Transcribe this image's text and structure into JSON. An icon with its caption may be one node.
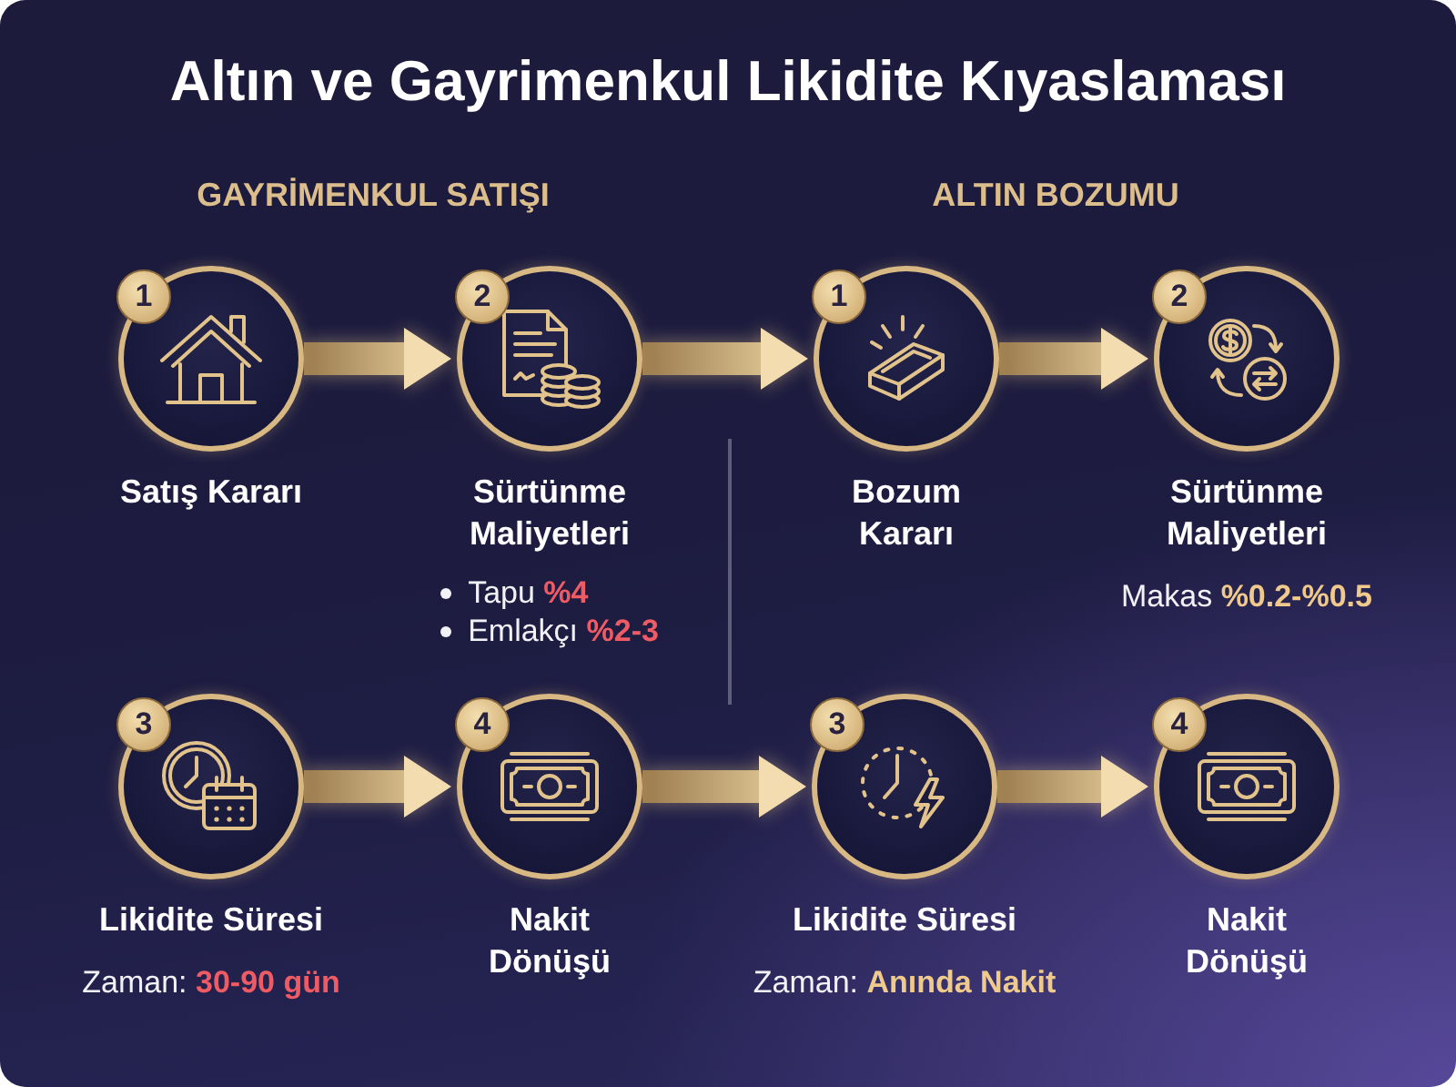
{
  "diagram": {
    "title": "Altın ve Gayrimenkul Likidite Kıyaslaması",
    "nodes": [
      {
        "text": [
          "1",
          "Satış Kararı"
        ]
      },
      {
        "text": [
          "2",
          "Sürtünme Maliyetleri",
          "Tapu **%4**",
          "Emlakçı **%2-3**"
        ]
      },
      {
        "text": [
          "1",
          "Bozum Kararı"
        ]
      },
      {
        "text": [
          "2",
          "Sürtünme Maliyetleri",
          "Makas **%0.2-%0.5**"
        ]
      },
      {
        "text": [
          "3",
          "Likidite Süresi",
          "Zaman: **30-90 gün**"
        ]
      },
      {
        "text": [
          "4",
          "Nakit Dönüşü"
        ]
      },
      {
        "text": [
          "3",
          "Likidite Süresi",
          "Zaman: **Anında Nakit**"
        ]
      },
      {
        "text": [
          "4",
          "Nakit Dönüşü"
        ]
      }
    ],
    "edges": [
      {
        "from": 0,
        "to": 1,
        "arrow": "to"
      },
      {
        "from": 1,
        "to": 2,
        "arrow": "to"
      },
      {
        "from": 2,
        "to": 3,
        "arrow": "to"
      },
      {
        "from": 4,
        "to": 5,
        "arrow": "to"
      },
      {
        "from": 5,
        "to": 6,
        "arrow": "to"
      },
      {
        "from": 6,
        "to": 7,
        "arrow": "to"
      }
    ],
    "labels": [
      "GAYRİMENKUL SATIŞI",
      "ALTIN BOZUMU"
    ]
  }
}
